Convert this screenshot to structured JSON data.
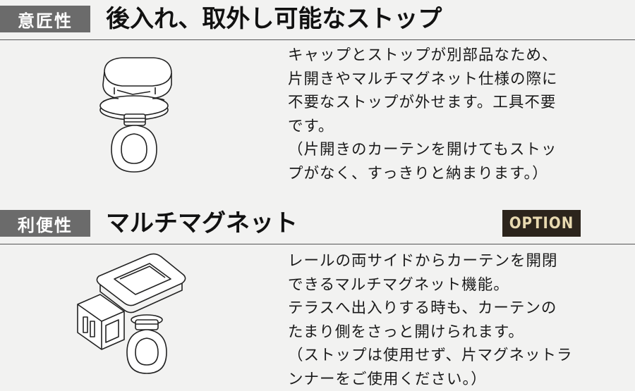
{
  "sections": [
    {
      "tag": "意匠性",
      "heading": "後入れ、取外し可能なストップ",
      "lines": [
        "キャップとストップが別部品なため、",
        "片開きやマルチマグネット仕様の際に",
        "不要なストップが外せます。工具不要",
        "です。",
        "（片開きのカーテンを開けてもストッ",
        "プがなく、すっきりと納まります。）"
      ]
    },
    {
      "tag": "利便性",
      "heading": "マルチマグネット",
      "badge": "OPTION",
      "lines": [
        "レールの両サイドからカーテンを開閉",
        "できるマルチマグネット機能。",
        "テラスへ出入りする時も、カーテンの",
        "たまり側をさっと開けられます。",
        "（ストップは使用せず、片マグネットラ",
        "ンナーをご使用ください。）"
      ]
    }
  ]
}
